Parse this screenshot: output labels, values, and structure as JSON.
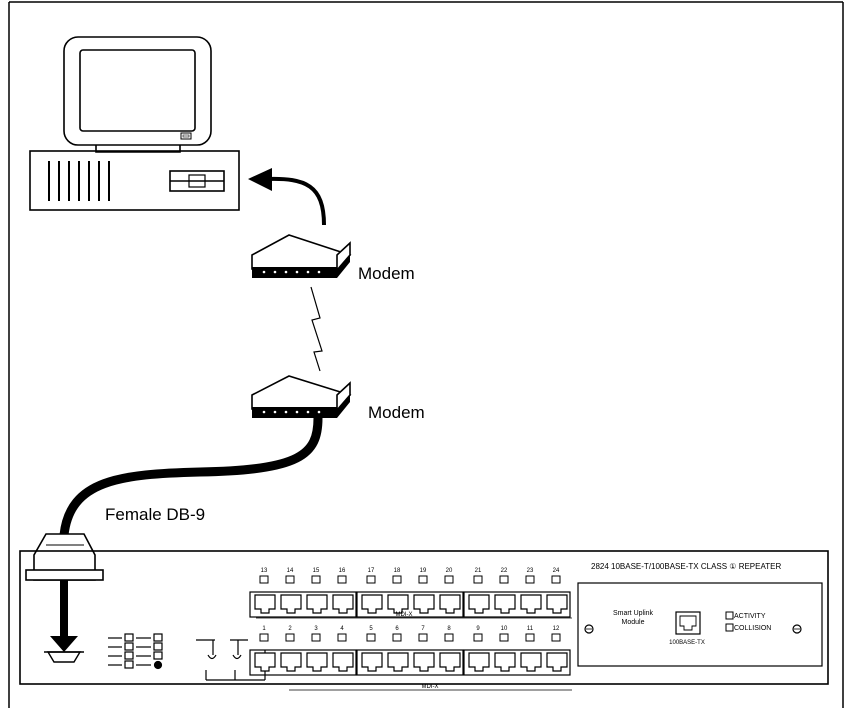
{
  "labels": {
    "modem_top": "Modem",
    "modem_bottom": "Modem",
    "connector": "Female  DB-9"
  },
  "repeater": {
    "title": "2824 10BASE-T/100BASE-TX CLASS ① REPEATER",
    "top_ports": [
      "13",
      "14",
      "15",
      "16",
      "17",
      "18",
      "19",
      "20",
      "21",
      "22",
      "23",
      "24"
    ],
    "bottom_ports": [
      "1",
      "2",
      "3",
      "4",
      "5",
      "6",
      "7",
      "8",
      "9",
      "10",
      "11",
      "12"
    ],
    "top_mdi": "MDI-X",
    "bottom_mdi": "MDI-X",
    "module_line1": "Smart Uplink",
    "module_line2": "Module",
    "uplink_port": "100BASE-TX",
    "indicator_activity": "ACTIVITY",
    "indicator_collision": "COLLISION"
  },
  "icons": [
    "computer-monitor-icon",
    "computer-case-icon",
    "modem-icon",
    "serial-cable-icon",
    "db9-connector-icon",
    "rj45-port-icon",
    "led-icon",
    "screw-icon"
  ]
}
